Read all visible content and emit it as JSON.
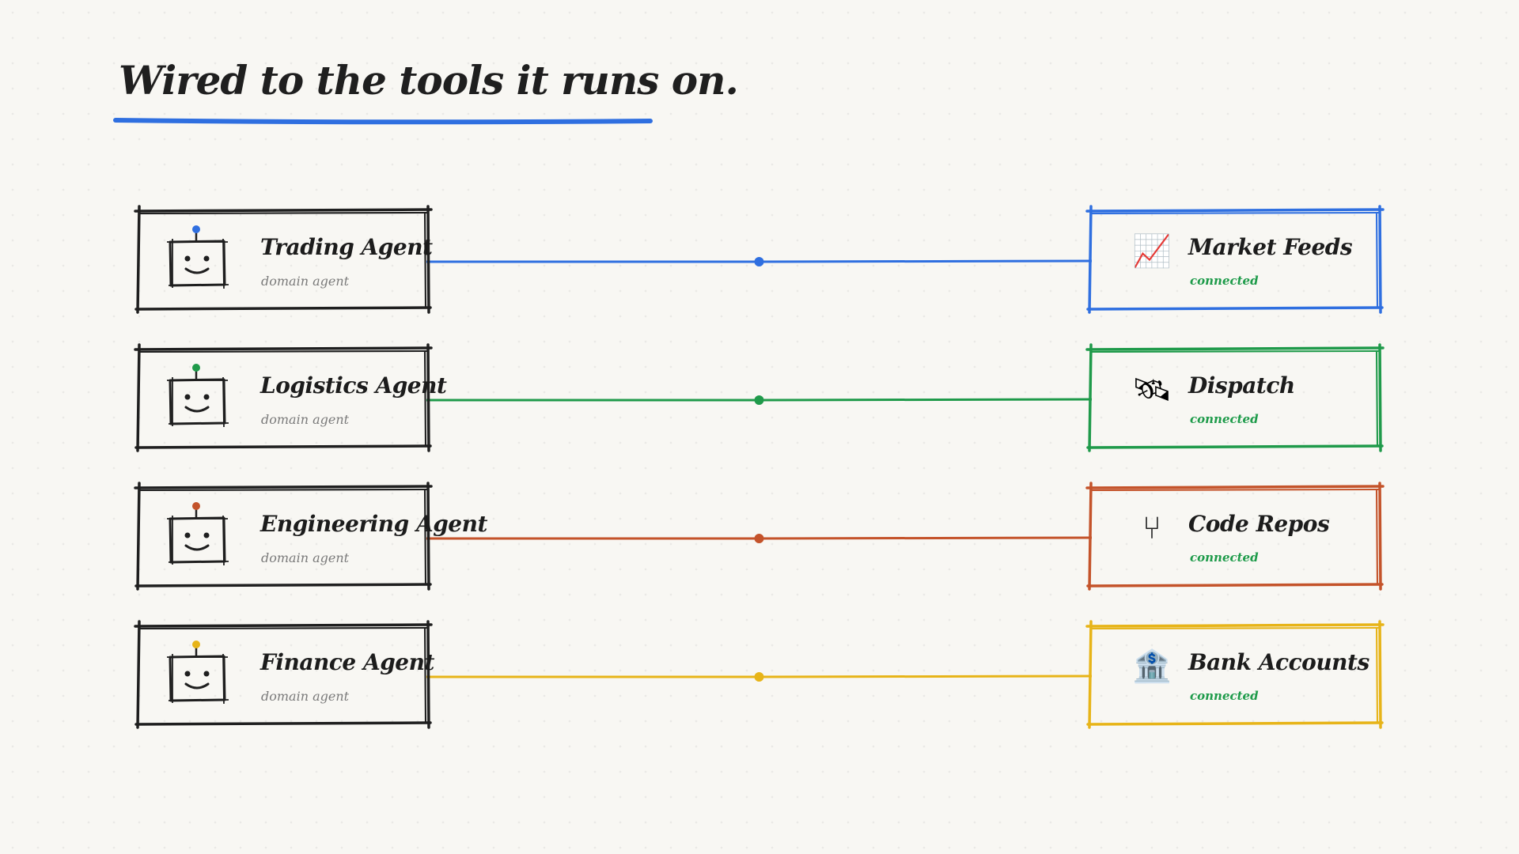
{
  "title": "Wired to the tools it runs on.",
  "colors": {
    "ink": "#1f1f1f",
    "blue": "#2f6fe0",
    "green": "#1f9a4a",
    "orange": "#c4532a",
    "yellow": "#e7b418",
    "connected": "#1e9b4a"
  },
  "agents": [
    {
      "name": "Trading Agent",
      "subtitle": "domain agent",
      "accent": "#2f6fe0"
    },
    {
      "name": "Logistics Agent",
      "subtitle": "domain agent",
      "accent": "#1f9a4a"
    },
    {
      "name": "Engineering Agent",
      "subtitle": "domain agent",
      "accent": "#c4532a"
    },
    {
      "name": "Finance Agent",
      "subtitle": "domain agent",
      "accent": "#e7b418"
    }
  ],
  "tools": [
    {
      "name": "Market Feeds",
      "status": "connected",
      "icon": "chart-increasing-icon",
      "glyph": "📈",
      "color": "#2f6fe0"
    },
    {
      "name": "Dispatch",
      "status": "connected",
      "icon": "satellite-icon",
      "glyph": "🛰",
      "color": "#1f9a4a"
    },
    {
      "name": "Code Repos",
      "status": "connected",
      "icon": "fork-branch-icon",
      "glyph": "⑂",
      "color": "#c4532a"
    },
    {
      "name": "Bank Accounts",
      "status": "connected",
      "icon": "bank-icon",
      "glyph": "🏦",
      "color": "#e7b418"
    }
  ]
}
